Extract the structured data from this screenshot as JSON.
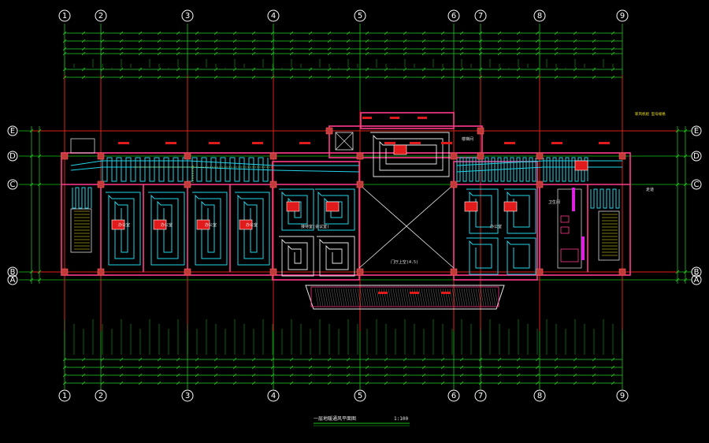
{
  "drawing": {
    "title": "一层地暖通风平面图",
    "scale": "1:100"
  },
  "grid": {
    "columns": [
      {
        "label": "1"
      },
      {
        "label": "2"
      },
      {
        "label": "3"
      },
      {
        "label": "4"
      },
      {
        "label": "5"
      },
      {
        "label": "6"
      },
      {
        "label": "7"
      },
      {
        "label": "8"
      },
      {
        "label": "9"
      }
    ],
    "rows": [
      {
        "label": "E"
      },
      {
        "label": "D"
      },
      {
        "label": "C"
      },
      {
        "label": "B"
      },
      {
        "label": "A"
      }
    ]
  },
  "rooms": [
    {
      "name": "办公室"
    },
    {
      "name": "办公室"
    },
    {
      "name": "办公室"
    },
    {
      "name": "办公室"
    },
    {
      "name": "接待室(会议室)"
    },
    {
      "name": "门厅上空(4.5)"
    },
    {
      "name": "办公室"
    },
    {
      "name": "卫生间"
    },
    {
      "name": "楼梯间"
    }
  ],
  "notes": [
    {
      "text": "新风机组 型号规格"
    },
    {
      "text": "走道"
    }
  ],
  "colors": {
    "background": "#000000",
    "grid": "#19c419",
    "wall": "#ff3a8c",
    "heating_coil": "#22d3e8",
    "tag": "#e11b1b"
  }
}
